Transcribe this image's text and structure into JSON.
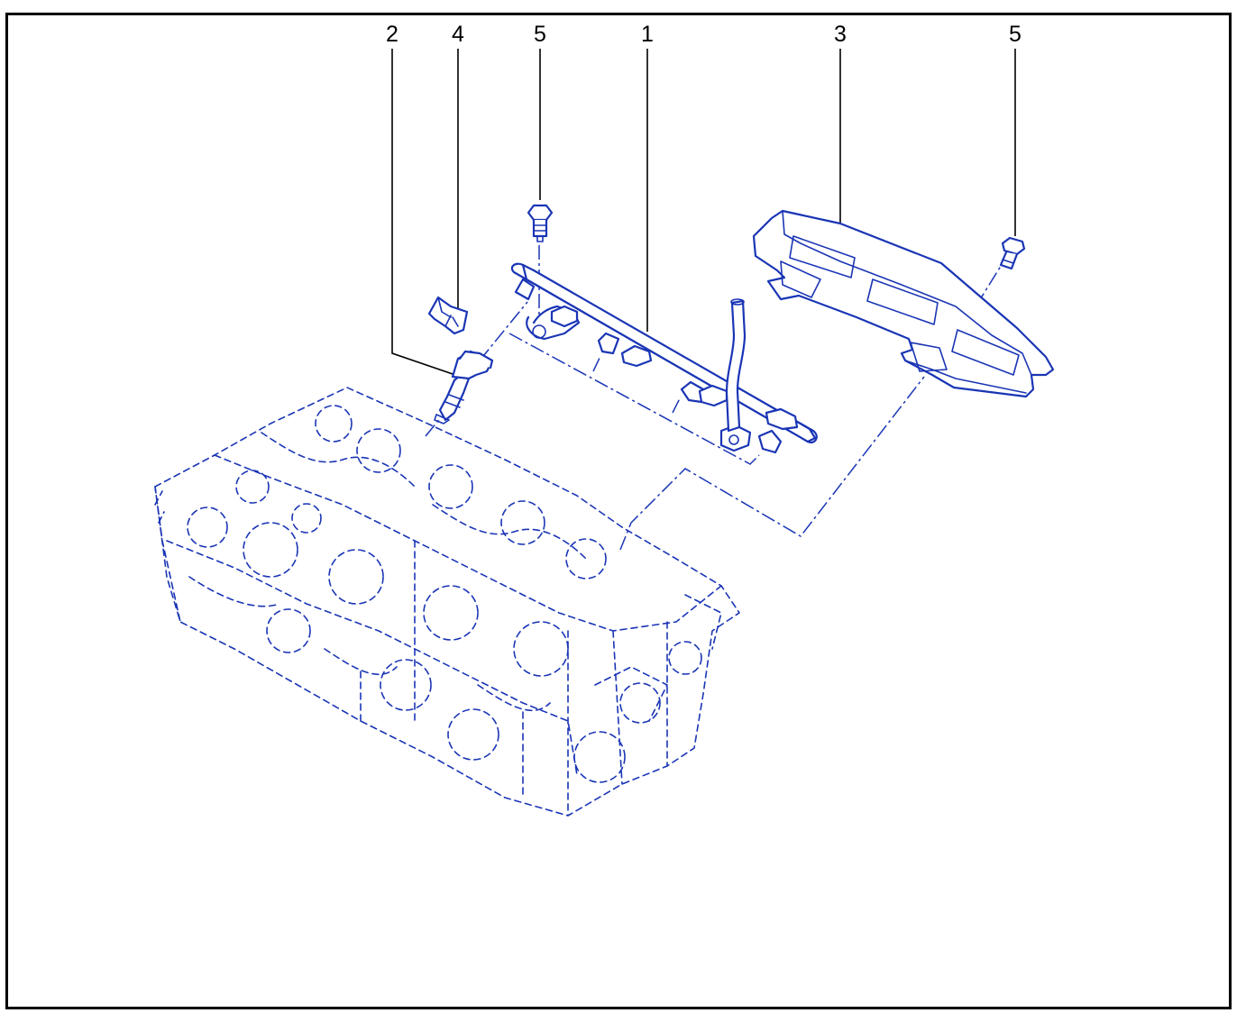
{
  "colors": {
    "ink": "#1a35b5",
    "callout": "#000000",
    "frame": "#000000"
  },
  "callouts": [
    {
      "label": "2"
    },
    {
      "label": "4"
    },
    {
      "label": "5"
    },
    {
      "label": "1"
    },
    {
      "label": "3"
    },
    {
      "label": "5"
    }
  ]
}
